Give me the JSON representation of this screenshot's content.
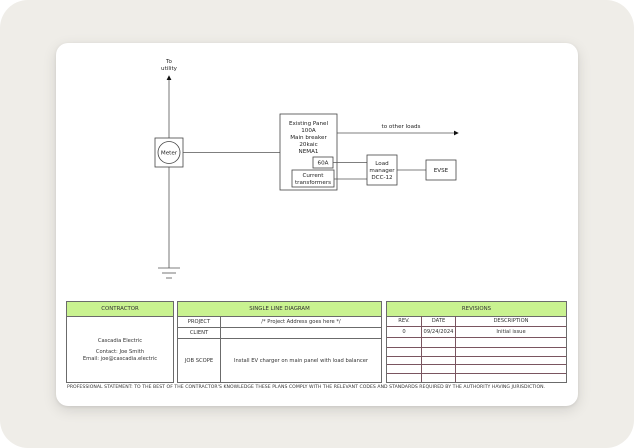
{
  "diagram": {
    "utility_label_line1": "To",
    "utility_label_line2": "utility",
    "meter_label": "Meter",
    "panel_lines": [
      "Existing Panel",
      "100A",
      "Main breaker",
      "20kaic",
      "NEMA1"
    ],
    "breaker_label": "60A",
    "ct_lines": [
      "Current",
      "transformers"
    ],
    "load_manager_lines": [
      "Load",
      "manager",
      "DCC-12"
    ],
    "evse_label": "EVSE",
    "other_loads_label": "to other loads"
  },
  "contractor": {
    "header": "CONTRACTOR",
    "company": "Cascadia Electric",
    "contact": "Contact: Joe Smith",
    "email": "Email: joe@cascadia.electric"
  },
  "single_line_diagram": {
    "header": "SINGLE LINE DIAGRAM",
    "rows": [
      {
        "label": "PROJECT",
        "value": "/* Project Address goes here */"
      },
      {
        "label": "CLIENT",
        "value": ""
      },
      {
        "label": "JOB SCOPE",
        "value": "Install EV charger on main panel with load balancer"
      }
    ]
  },
  "revisions": {
    "header": "REVISIONS",
    "columns": [
      "REV.",
      "DATE",
      "DESCRIPTION"
    ],
    "rows": [
      {
        "rev": "0",
        "date": "09/24/2024",
        "description": "Initial issue"
      }
    ]
  },
  "professional_statement": "PROFESSIONAL STATEMENT: TO THE BEST OF THE CONTRACTOR'S KNOWLEDGE THESE PLANS COMPLY WITH THE RELEVANT CODES AND STANDARDS REQUIRED BY THE AUTHORITY HAVING JURISDICTION.",
  "colors": {
    "header_green": "#c9f290",
    "background": "#efede8"
  }
}
